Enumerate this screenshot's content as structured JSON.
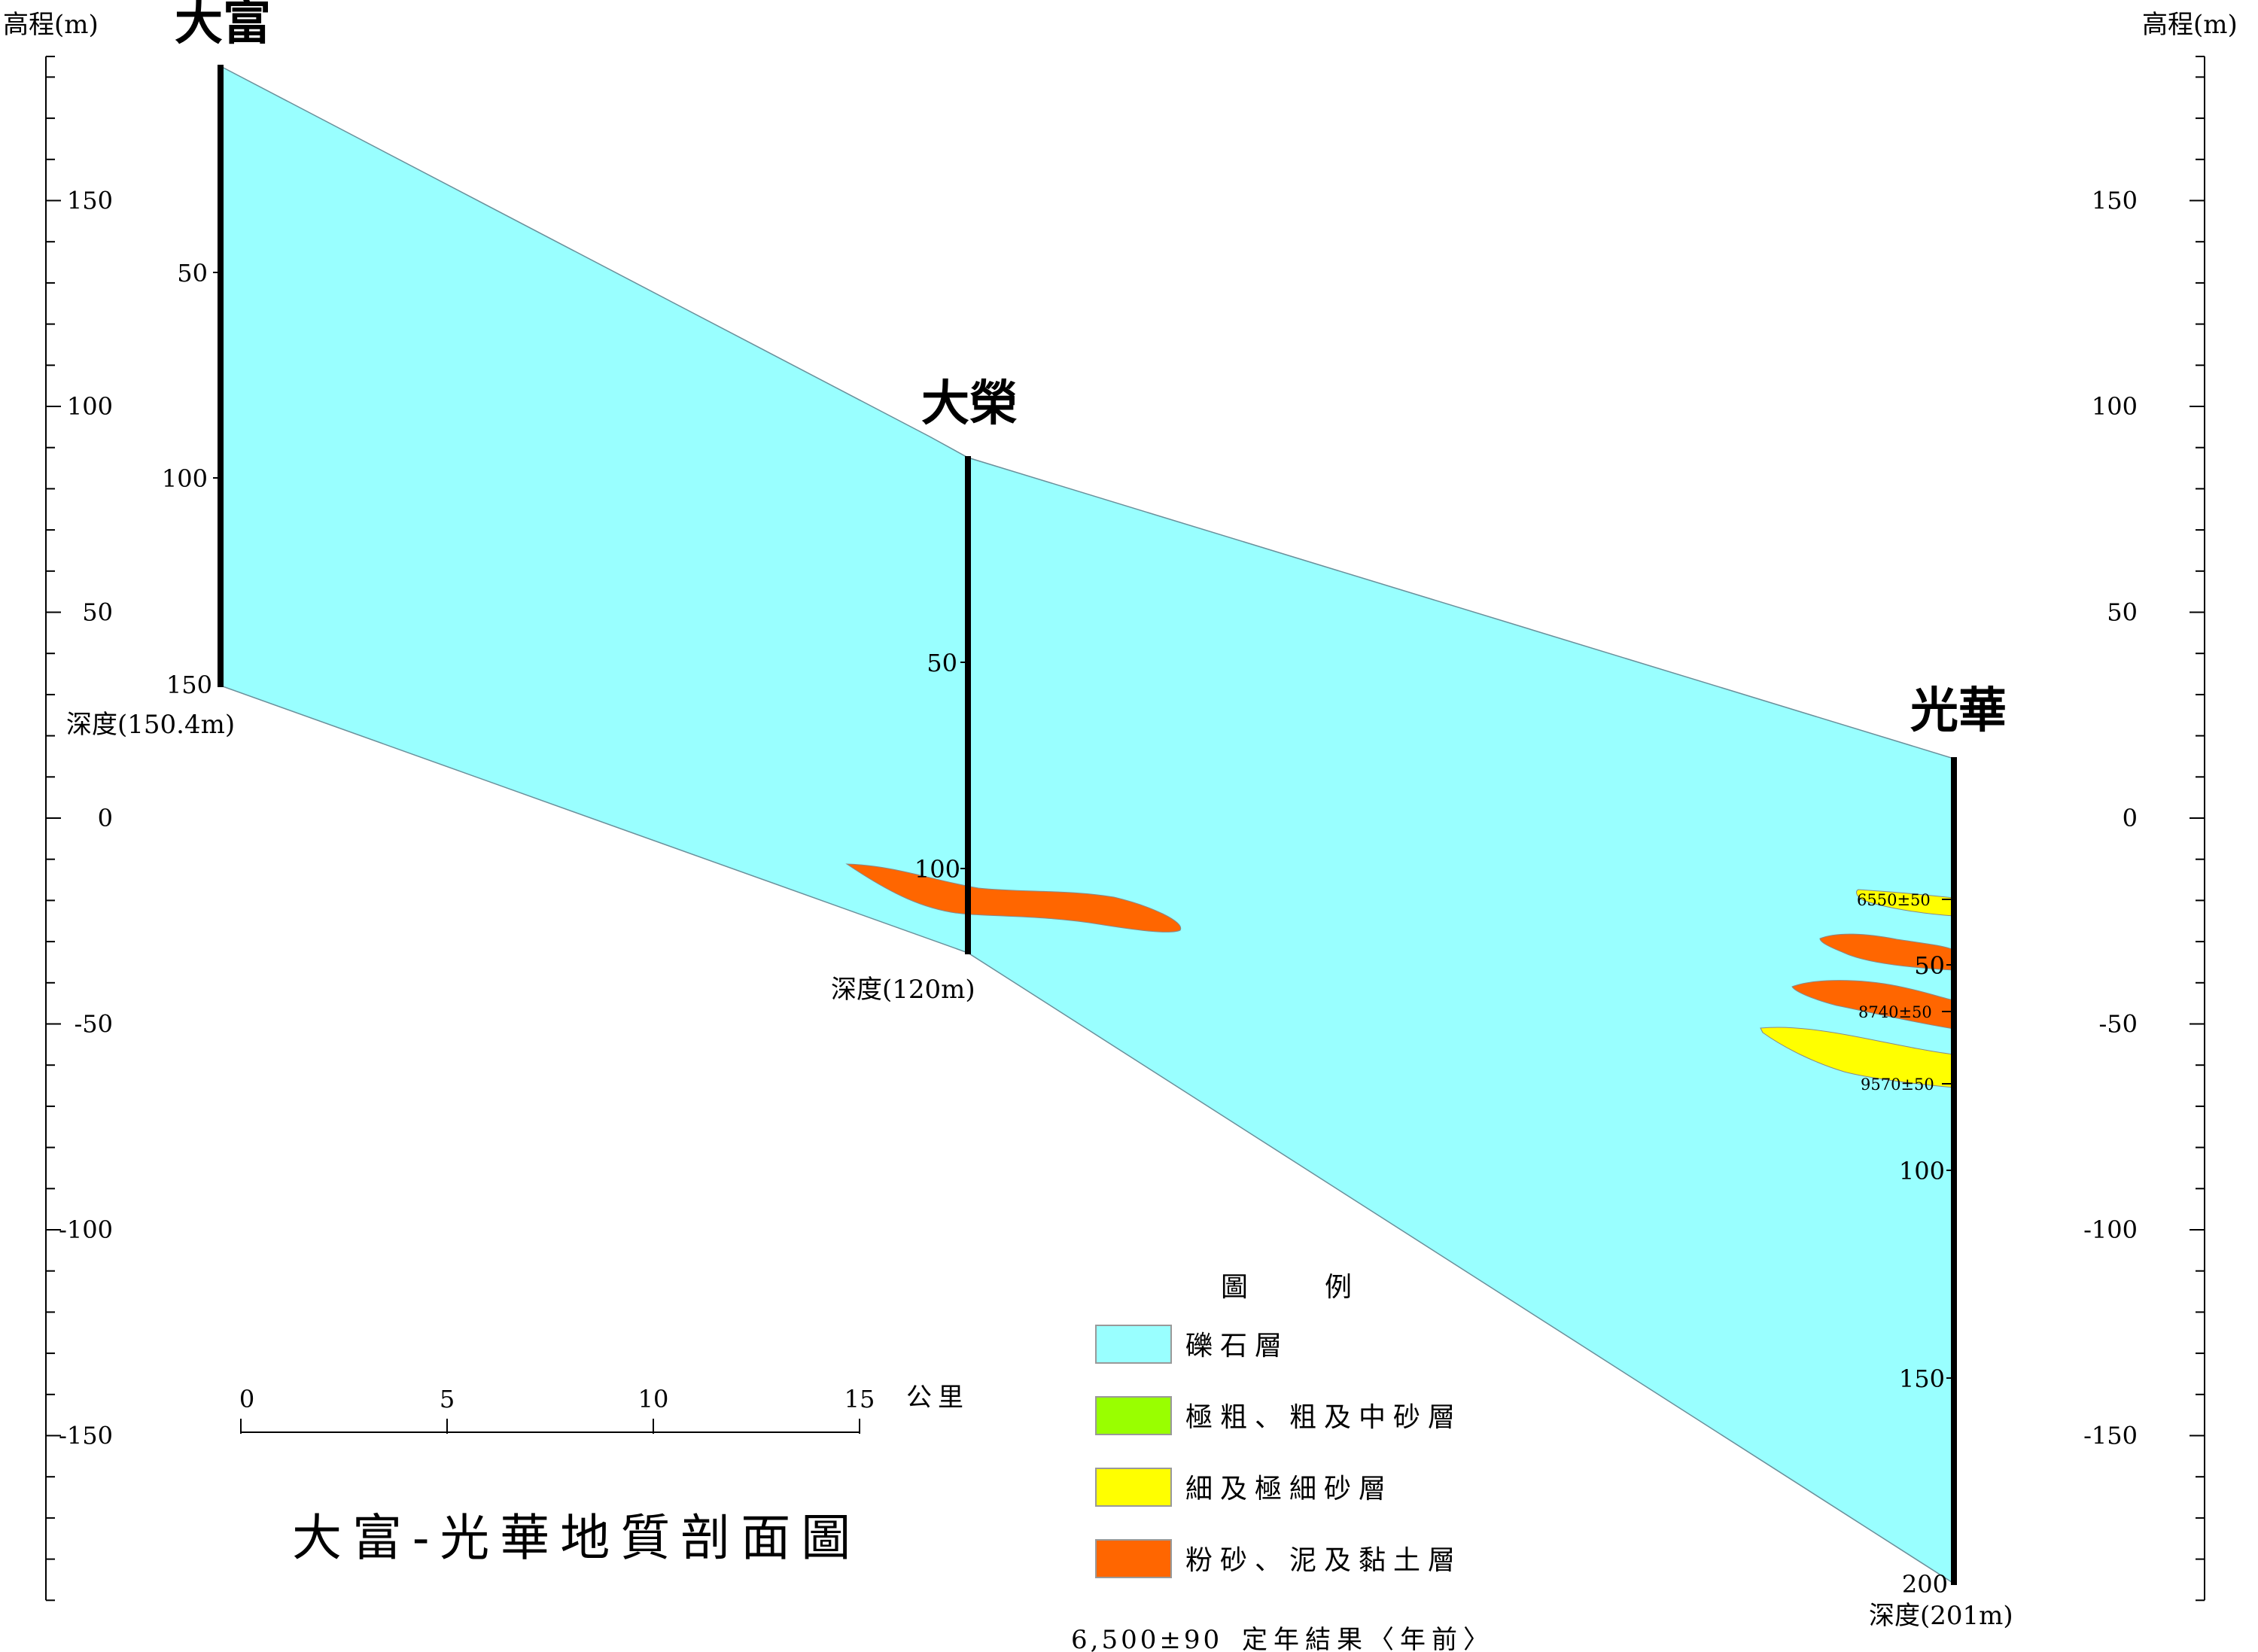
{
  "axis": {
    "left_title": "高程(m)",
    "right_title": "高程(m)",
    "elevation_labels": [
      "150",
      "100",
      "50",
      "0",
      "-50",
      "-100",
      "-150"
    ],
    "elevation_values": [
      150,
      100,
      50,
      0,
      -50,
      -100,
      -150
    ],
    "range": [
      -190,
      185
    ]
  },
  "boreholes": [
    {
      "name": "大富",
      "depth_label": "深度(150.4m)",
      "depth_ticks": [
        "50",
        "100",
        "150"
      ],
      "total_depth_m": 150.4
    },
    {
      "name": "大榮",
      "depth_label": "深度(120m)",
      "depth_ticks": [
        "50",
        "100"
      ],
      "total_depth_m": 120
    },
    {
      "name": "光華",
      "depth_label": "深度(201m)",
      "depth_ticks": [
        "50",
        "100",
        "150",
        "200"
      ],
      "total_depth_m": 201
    }
  ],
  "dates": [
    "6550±50",
    "8740±50",
    "9570±50"
  ],
  "scale_bar": {
    "ticks": [
      "0",
      "5",
      "10",
      "15"
    ],
    "unit": "公里"
  },
  "title": "大富-光華地質剖面圖",
  "legend": {
    "title": "圖　　例",
    "items": [
      {
        "label": "礫石層",
        "color": "#99FFFF"
      },
      {
        "label": "極粗、粗及中砂層",
        "color": "#99FF00"
      },
      {
        "label": "細及極細砂層",
        "color": "#FFFF00"
      },
      {
        "label": "粉砂、泥及黏土層",
        "color": "#FF6600"
      }
    ],
    "date_example": "6,500±90",
    "date_example_label": "定年結果〈年前〉"
  }
}
